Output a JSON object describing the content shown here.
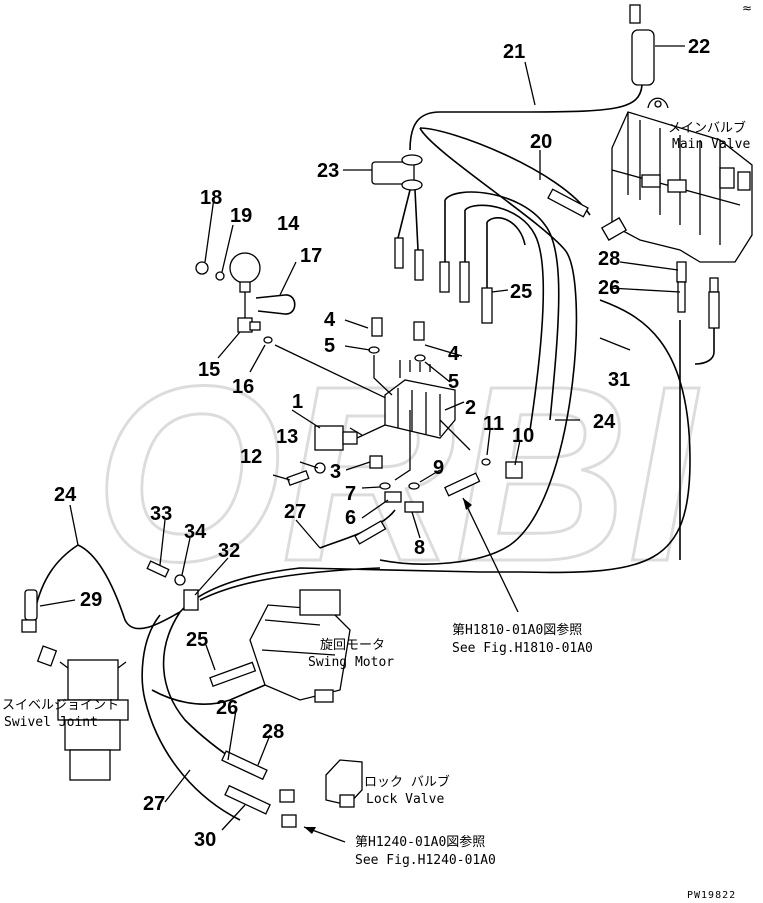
{
  "watermark": "ORBI",
  "corner_mark": "≈",
  "drawing_code": "PW19822",
  "callouts": {
    "n1": "1",
    "n2": "2",
    "n3": "3",
    "n4a": "4",
    "n4b": "4",
    "n5a": "5",
    "n5b": "5",
    "n6": "6",
    "n7": "7",
    "n8": "8",
    "n9": "9",
    "n10": "10",
    "n11": "11",
    "n12": "12",
    "n13": "13",
    "n14": "14",
    "n15": "15",
    "n16": "16",
    "n17": "17",
    "n18": "18",
    "n19": "19",
    "n20": "20",
    "n21": "21",
    "n22": "22",
    "n23": "23",
    "n24a": "24",
    "n24b": "24",
    "n25a": "25",
    "n25b": "25",
    "n26a": "26",
    "n26b": "26",
    "n27a": "27",
    "n27b": "27",
    "n28a": "28",
    "n28b": "28",
    "n29": "29",
    "n30": "30",
    "n31": "31",
    "n32": "32",
    "n33": "33",
    "n34": "34"
  },
  "labels": {
    "main_valve_jp": "メインバルブ",
    "main_valve_en": "Main Valve",
    "swing_motor_jp": "旋回モータ",
    "swing_motor_en": "Swing Motor",
    "swivel_joint_jp": "スイベルジョイント",
    "swivel_joint_en": "Swivel Joint",
    "lock_valve_jp": "ロック バルブ",
    "lock_valve_en": "Lock Valve",
    "ref_h1810_jp": "第H1810-01A0図参照",
    "ref_h1810_en": "See Fig.H1810-01A0",
    "ref_h1240_jp": "第H1240-01A0図参照",
    "ref_h1240_en": "See Fig.H1240-01A0"
  },
  "icons": {
    "main_valve": "valve-block-icon",
    "swing_motor": "motor-icon",
    "swivel_joint": "swivel-joint-icon",
    "lock_valve": "lock-valve-icon",
    "accumulator": "accumulator-icon",
    "solenoid": "solenoid-valve-icon"
  },
  "colors": {
    "ink": "#000000",
    "watermark": "#dcdcdc",
    "paper": "#ffffff"
  }
}
